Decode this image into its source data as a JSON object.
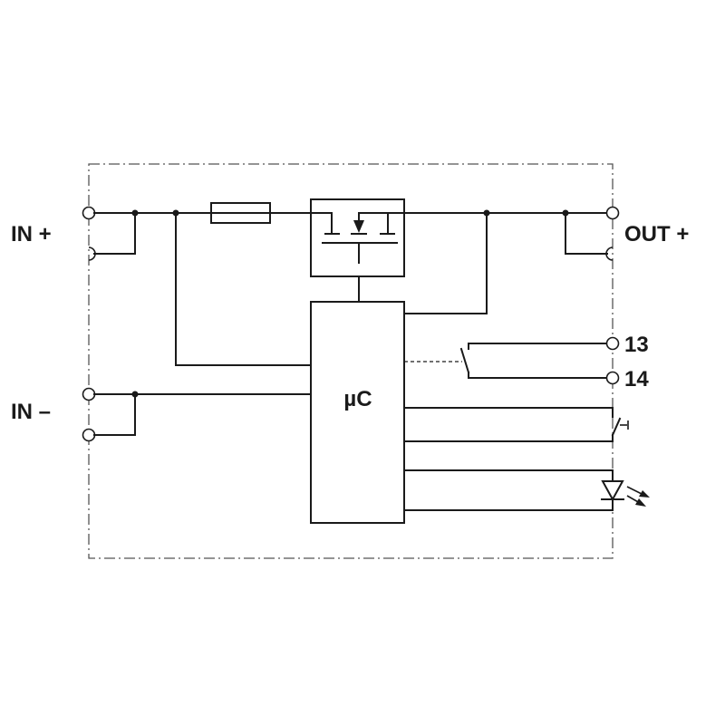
{
  "labels": {
    "in_plus": "IN +",
    "in_minus": "IN –",
    "out_plus": "OUT +",
    "contact_13": "13",
    "contact_14": "14",
    "microcontroller": "µC"
  },
  "colors": {
    "line": "#1a1a1a",
    "border": "#555555",
    "background": "#ffffff"
  }
}
